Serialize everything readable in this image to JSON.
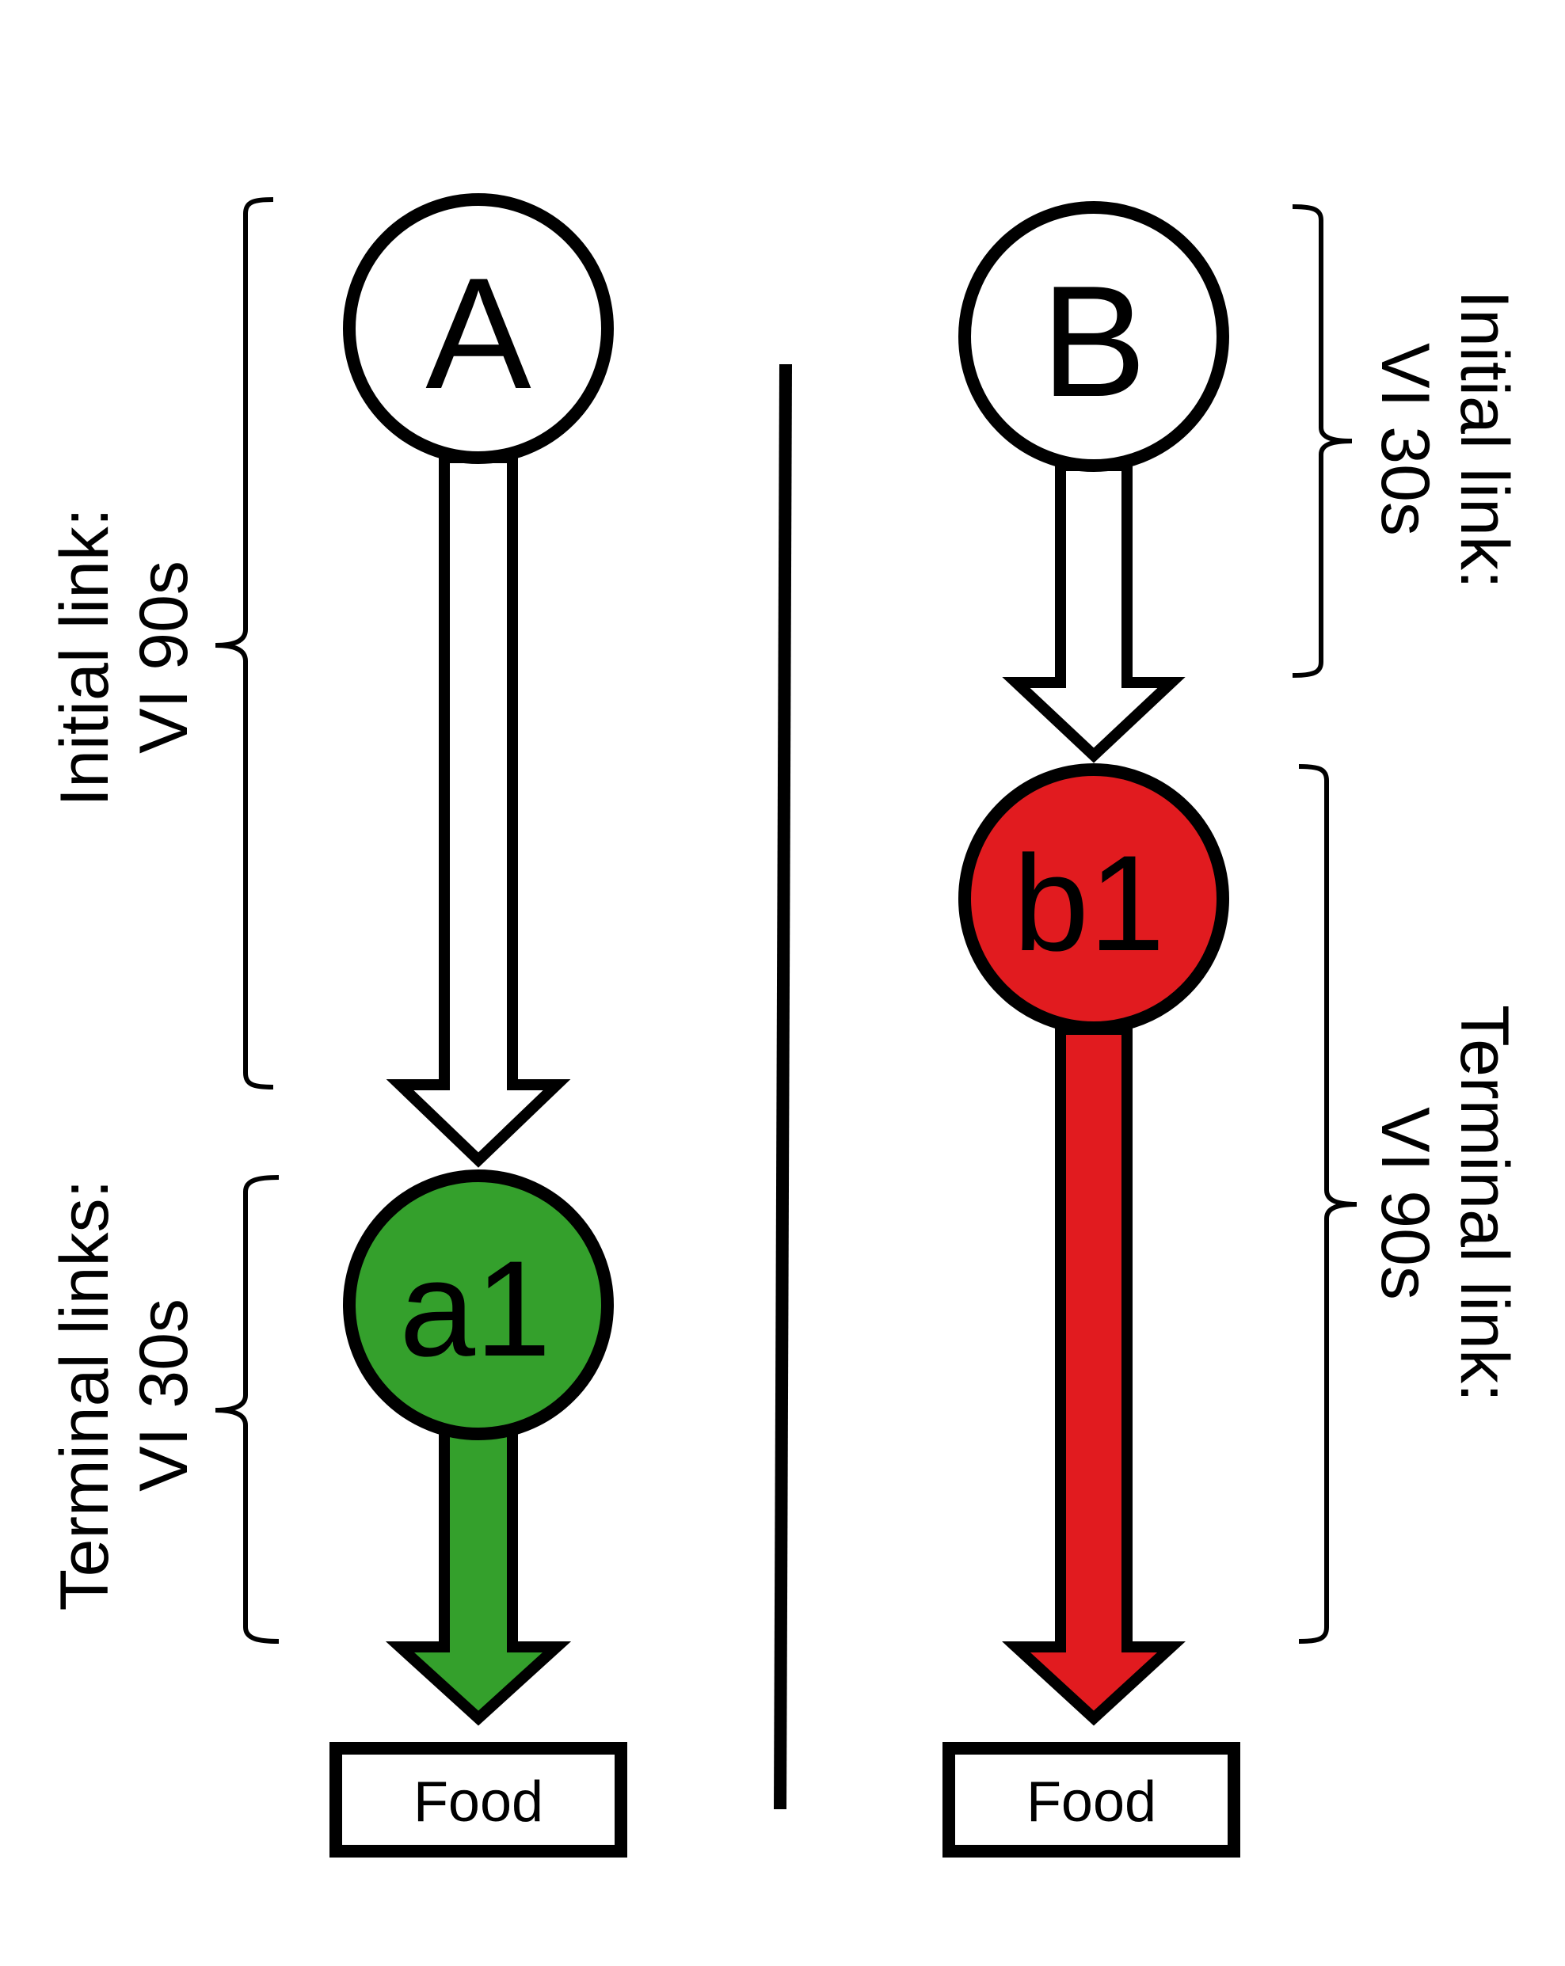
{
  "colors": {
    "stroke": "#000000",
    "background": "#ffffff",
    "green": "#34a02c",
    "red": "#e11b1f"
  },
  "left": {
    "initial_node": "A",
    "terminal_node": "a1",
    "food": "Food",
    "initial_label_line1": "Initial link:",
    "initial_label_line2": "VI 90s",
    "terminal_label_line1": "Terminal links:",
    "terminal_label_line2": "VI 30s"
  },
  "right": {
    "initial_node": "B",
    "terminal_node": "b1",
    "food": "Food",
    "initial_label_line1": "Initial link:",
    "initial_label_line2": "VI 30s",
    "terminal_label_line1": "Terminal link:",
    "terminal_label_line2": "VI 90s"
  }
}
